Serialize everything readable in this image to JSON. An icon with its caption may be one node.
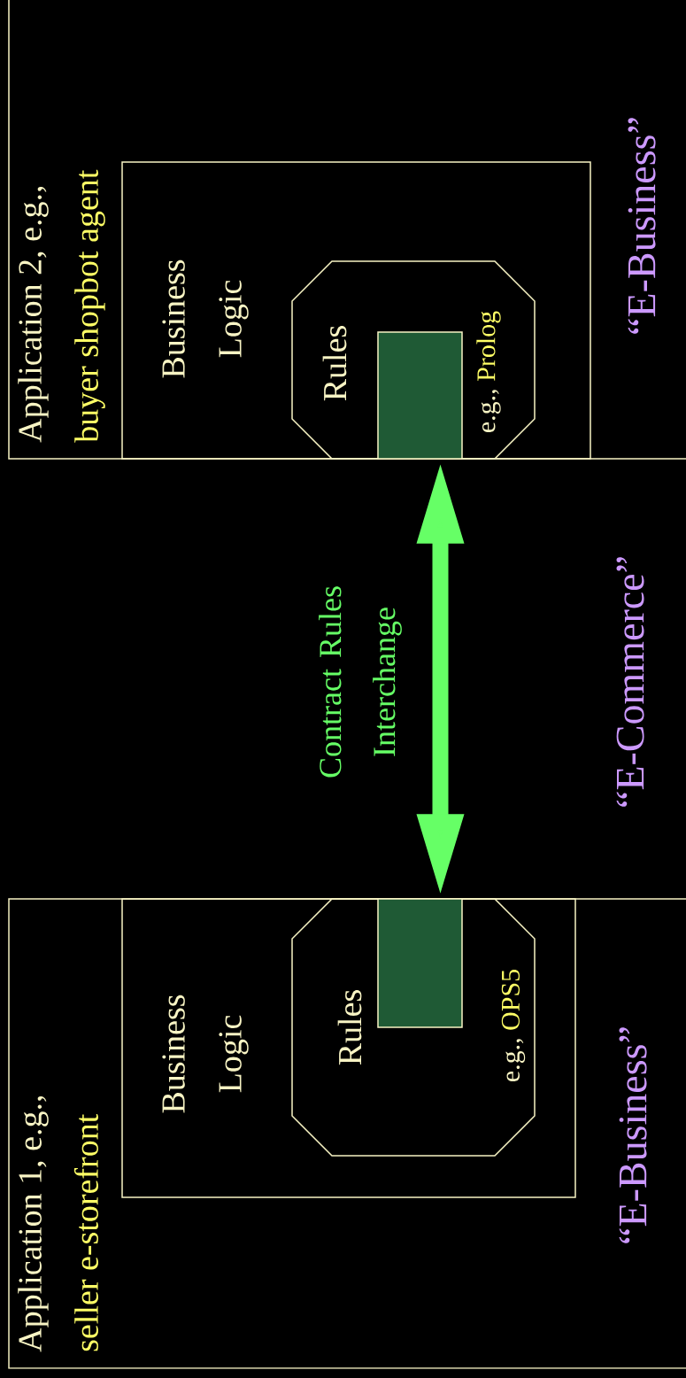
{
  "diagram": {
    "nodes": [
      {
        "text": [
          "Application 1, e.g.,",
          "seller e-storefront"
        ]
      },
      {
        "text": [
          "Business Logic"
        ],
        "in": 0
      },
      {
        "text": [
          "Rules",
          "e.g.,",
          "OPS5"
        ],
        "in": 1
      },
      {
        "text": [],
        "shape": "box",
        "in": 2
      },
      {
        "text": [
          "Application 2, e.g.,",
          "buyer shopbot agent"
        ]
      },
      {
        "text": [
          "Business Logic"
        ],
        "in": 4
      },
      {
        "text": [
          "Rules",
          "e.g.,",
          "Prolog"
        ],
        "in": 5
      },
      {
        "text": [],
        "shape": "box",
        "in": 6
      }
    ],
    "edges": [
      {
        "from": 3,
        "to": 7,
        "arrow": "both",
        "label": "Contract Rules Interchange"
      }
    ],
    "labels": [
      "“E-Business”",
      "“E-Commerce”",
      "“E-Business”"
    ]
  }
}
